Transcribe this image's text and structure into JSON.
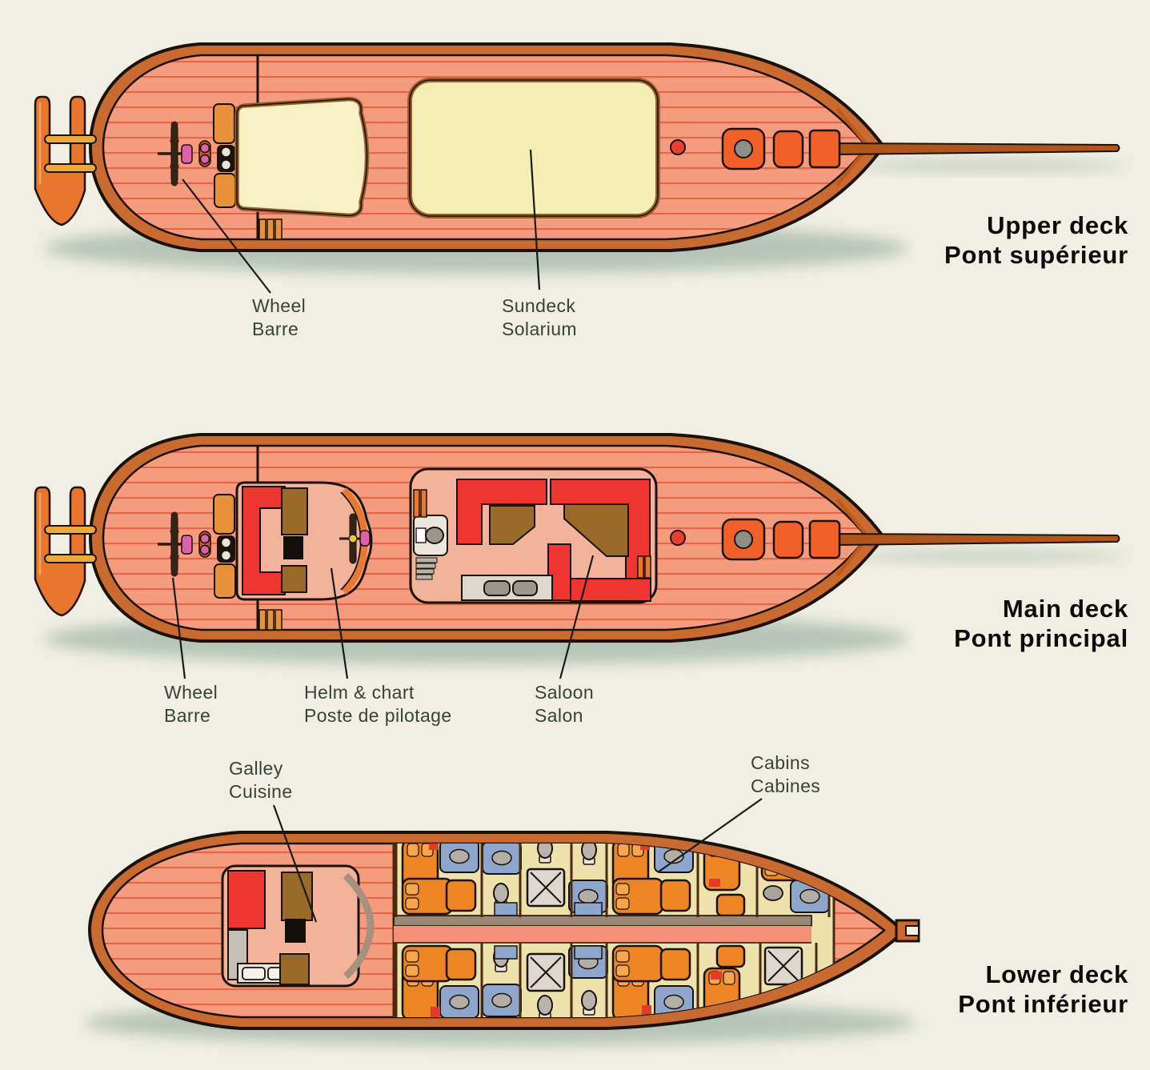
{
  "figure": {
    "kind": "boat-deck-plan-diagram",
    "languages": [
      "English",
      "French"
    ]
  },
  "decks": [
    {
      "id": "upper",
      "title_en": "Upper deck",
      "title_fr": "Pont supérieur",
      "callouts": [
        {
          "en": "Wheel",
          "fr": "Barre"
        },
        {
          "en": "Sundeck",
          "fr": "Solarium"
        }
      ]
    },
    {
      "id": "main",
      "title_en": "Main deck",
      "title_fr": "Pont principal",
      "callouts": [
        {
          "en": "Wheel",
          "fr": "Barre"
        },
        {
          "en": "Helm & chart",
          "fr": "Poste de pilotage"
        },
        {
          "en": "Saloon",
          "fr": "Salon"
        }
      ]
    },
    {
      "id": "lower",
      "title_en": "Lower deck",
      "title_fr": "Pont inférieur",
      "callouts": [
        {
          "en": "Galley",
          "fr": "Cuisine"
        },
        {
          "en": "Cabins",
          "fr": "Cabines"
        }
      ]
    }
  ],
  "colors": {
    "background": "#F1EFE3",
    "deck_salmon": "#F59B7E",
    "plank_line": "#E4583A",
    "hull_rim": "#C96A31",
    "outline": "#1A120A",
    "accent_orange": "#F06028",
    "seat_orange": "#E8913A",
    "bright_red": "#EE3530",
    "sundeck_cream": "#F4EDB4",
    "cabin_tan": "#EDE2AC",
    "bath_blue": "#8FA6CC",
    "floor_pink": "#F3B29A",
    "table_brown": "#9A6A28",
    "wheel_pink": "#DC62AA",
    "label_text": "#39413B",
    "title_text": "#0B0B0B"
  }
}
